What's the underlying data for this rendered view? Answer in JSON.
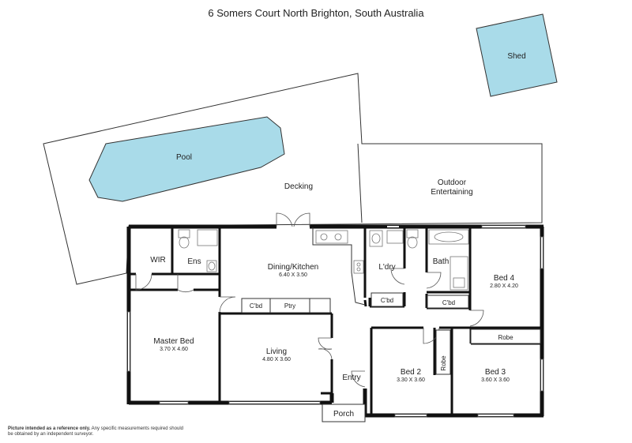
{
  "title": "6 Somers Court North Brighton, South Australia",
  "colors": {
    "water": "#a9dbe9",
    "wall": "#111111",
    "fixture": "#777777"
  },
  "areas": {
    "shed": "Shed",
    "pool": "Pool",
    "decking": "Decking",
    "outdoor_line1": "Outdoor",
    "outdoor_line2": "Entertaining"
  },
  "rooms": {
    "wir": "WIR",
    "ens": "Ens",
    "dining": {
      "name": "Dining/Kitchen",
      "size": "6.40 X 3.50"
    },
    "laundry": "L'dry",
    "bath": "Bath",
    "bed4": {
      "name": "Bed 4",
      "size": "2.80 X 4.20"
    },
    "cbd_dining": "C'bd",
    "pantry": "Ptry",
    "cbd_laundry": "C'bd",
    "cbd_hall": "C'bd",
    "master": {
      "name": "Master Bed",
      "size": "3.70 X 4.60"
    },
    "living": {
      "name": "Living",
      "size": "4.80 X 3.60"
    },
    "entry": "Entry",
    "porch": "Porch",
    "bed2": {
      "name": "Bed 2",
      "size": "3.30 X 3.60"
    },
    "robe_bed2": "Robe",
    "robe_bed3": "Robe",
    "bed3": {
      "name": "Bed 3",
      "size": "3.60 X 3.60"
    }
  },
  "disclaimer": {
    "bold": "Picture intended as a reference only.",
    "rest": " Any specific measurements required should be obtained by an independent surveyor."
  }
}
